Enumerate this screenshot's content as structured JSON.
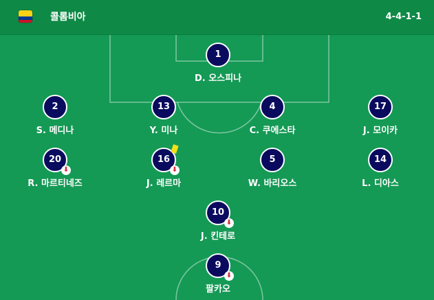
{
  "header": {
    "team_name": "콜롬비아",
    "formation": "4-4-1-1",
    "flag_colors": [
      "#fcd116",
      "#003893",
      "#ce1126"
    ]
  },
  "colors": {
    "pitch": "#149a55",
    "header": "#0e8a46",
    "shirt": "#0a0b5e",
    "sub_arrow": "#d62b3a",
    "yellow_card": "#f2e01c"
  },
  "players": [
    {
      "number": "1",
      "name": "D. 오스피나",
      "sub": false,
      "yellow": false
    },
    {
      "number": "2",
      "name": "S. 메디나",
      "sub": false,
      "yellow": false
    },
    {
      "number": "13",
      "name": "Y. 미나",
      "sub": false,
      "yellow": false
    },
    {
      "number": "4",
      "name": "C. 쿠에스타",
      "sub": false,
      "yellow": false
    },
    {
      "number": "17",
      "name": "J. 모이카",
      "sub": false,
      "yellow": false
    },
    {
      "number": "20",
      "name": "R. 마르티네즈",
      "sub": true,
      "yellow": false
    },
    {
      "number": "16",
      "name": "J. 레르마",
      "sub": true,
      "yellow": true
    },
    {
      "number": "5",
      "name": "W. 바리오스",
      "sub": false,
      "yellow": false
    },
    {
      "number": "14",
      "name": "L. 디아스",
      "sub": false,
      "yellow": false
    },
    {
      "number": "10",
      "name": "J. 킨테로",
      "sub": true,
      "yellow": false
    },
    {
      "number": "9",
      "name": "팔카오",
      "sub": true,
      "yellow": false
    }
  ],
  "icons": {
    "substitution": "substitution-arrow-icon",
    "yellow_card": "yellow-card-icon"
  }
}
